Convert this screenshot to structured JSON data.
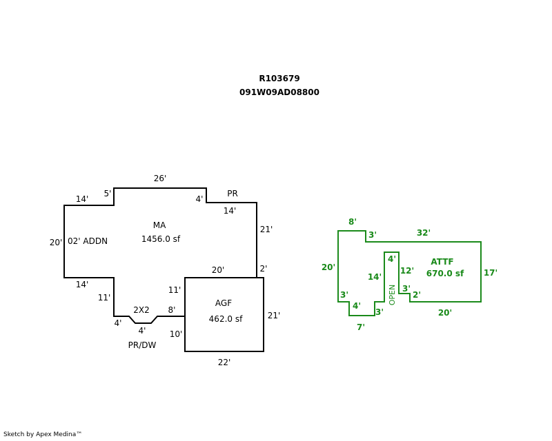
{
  "header": {
    "parcel_id": "R103679",
    "map_number": "091W09AD08800"
  },
  "colors": {
    "main_outline": "#000000",
    "attf_outline": "#1a8a1a"
  },
  "sketch_main": {
    "areas": [
      {
        "name": "MA",
        "size": "1456.0 sf"
      },
      {
        "name": "AGF",
        "size": "462.0 sf"
      }
    ],
    "notes": {
      "addn": "02' ADDN",
      "pr_top": "PR",
      "pr_dw": "PR/DW",
      "notch": "2X2"
    },
    "dims": {
      "top_26": "26'",
      "left_14_top": "14'",
      "step_5": "5'",
      "step_4": "4'",
      "right_14": "14'",
      "right_21": "21'",
      "left_20": "20'",
      "agf_top_20": "20'",
      "right_2": "2'",
      "left_14_bottom": "14'",
      "left_11": "11'",
      "agf_left_11": "11'",
      "bottom_4_left": "4'",
      "notch_4": "4'",
      "right_8": "8'",
      "agf_left_10": "10'",
      "agf_right_21": "21'",
      "agf_bottom_22": "22'"
    }
  },
  "sketch_attf": {
    "area": {
      "name": "ATTF",
      "size": "670.0 sf"
    },
    "open_label": "OPEN",
    "dims": {
      "top_8": "8'",
      "step_3_top": "3'",
      "top_32": "32'",
      "left_20": "20'",
      "right_17": "17'",
      "inner_4": "4'",
      "inner_12": "12'",
      "inner_14": "14'",
      "inner_3": "3'",
      "inner_2": "2'",
      "bottom_20": "20'",
      "left_3": "3'",
      "notch_4": "4'",
      "notch_3": "3'",
      "bottom_7": "7'"
    }
  },
  "footer": {
    "credit": "Sketch by Apex Medina™"
  }
}
